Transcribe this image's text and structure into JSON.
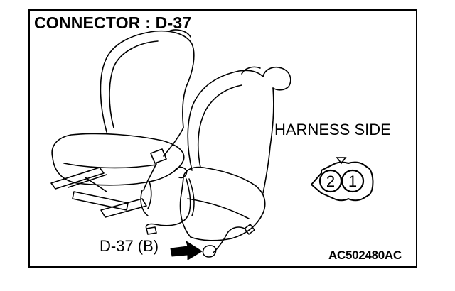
{
  "title": "CONNECTOR : D-37",
  "harness_label": "HARNESS SIDE",
  "callout_label": "D-37 (B)",
  "figure_id": "AC502480AC",
  "connector": {
    "pins": [
      "2",
      "1"
    ]
  },
  "icons": [
    "seat-illustration",
    "connector-icon",
    "pointer-arrow-icon"
  ],
  "colors": {
    "line": "#000000",
    "background": "#ffffff"
  }
}
